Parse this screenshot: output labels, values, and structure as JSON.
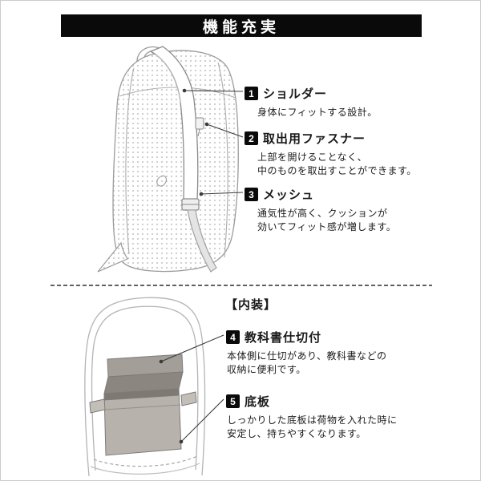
{
  "banner": {
    "title": "機能充実"
  },
  "upper_section": {
    "features": [
      {
        "num": "1",
        "label": "ショルダー",
        "desc_lines": [
          "身体にフィットする設計。"
        ]
      },
      {
        "num": "2",
        "label": "取出用ファスナー",
        "desc_lines": [
          "上部を開けることなく、",
          "中のものを取出すことができます。"
        ]
      },
      {
        "num": "3",
        "label": "メッシュ",
        "desc_lines": [
          "通気性が高く、クッションが",
          "効いてフィット感が増します。"
        ]
      }
    ]
  },
  "lower_section": {
    "heading": "【内装】",
    "features": [
      {
        "num": "4",
        "label": "教科書仕切付",
        "desc_lines": [
          "本体側に仕切があり、教科書などの",
          "収納に便利です。"
        ]
      },
      {
        "num": "5",
        "label": "底板",
        "desc_lines": [
          "しっかりした底板は荷物を入れた時に",
          "安定し、持ちやすくなります。"
        ]
      }
    ]
  },
  "colors": {
    "banner_bg": "#0a0a0a",
    "text": "#1a1a1a",
    "line_art_gray": "#9b9b9b",
    "interior_box_gray": "#b7b2ac"
  }
}
